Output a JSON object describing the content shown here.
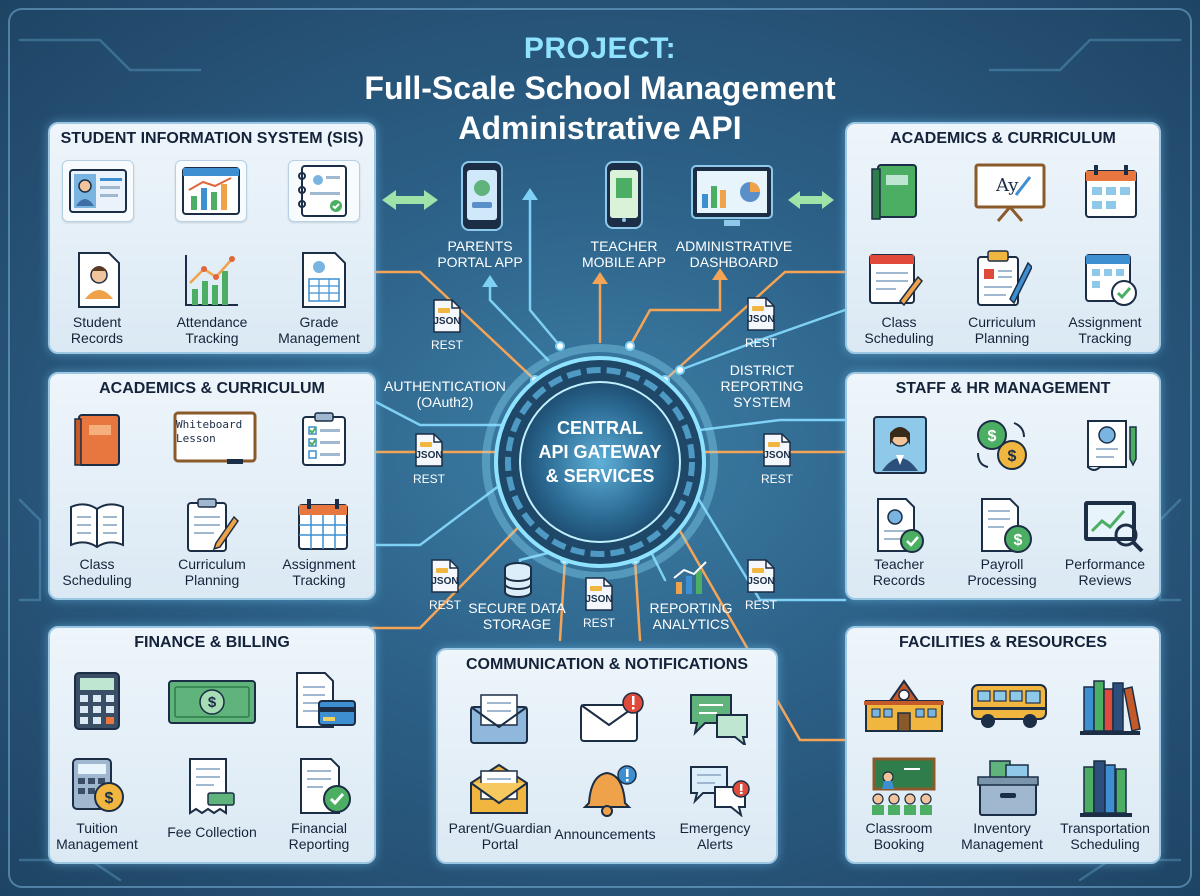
{
  "title": {
    "line1": "PROJECT:",
    "line2": "Full-Scale School Management",
    "line3": "Administrative API"
  },
  "hub": {
    "line1": "CENTRAL",
    "line2": "API GATEWAY",
    "line3": "& SERVICES"
  },
  "clients": {
    "parents": {
      "line1": "PARENTS",
      "line2": "PORTAL APP"
    },
    "teacher": {
      "line1": "TEACHER",
      "line2": "MOBILE APP"
    },
    "admin": {
      "line1": "ADMINISTRATIVE",
      "line2": "DASHBOARD"
    }
  },
  "flows": {
    "auth": {
      "line1": "AUTHENTICATION",
      "line2": "(OAuth2)"
    },
    "district": {
      "line1": "DISTRICT",
      "line2": "REPORTING",
      "line3": "SYSTEM"
    },
    "storage": {
      "line1": "SECURE DATA",
      "line2": "STORAGE"
    },
    "analytics": {
      "line1": "REPORTING",
      "line2": "ANALYTICS"
    }
  },
  "doc_label": "JSON",
  "rest_label": "REST",
  "panels": {
    "sis": {
      "title": "STUDENT INFORMATION SYSTEM (SIS)",
      "items": [
        {
          "l1": "Student",
          "l2": "Records"
        },
        {
          "l1": "Attendance",
          "l2": "Tracking"
        },
        {
          "l1": "Grade",
          "l2": "Management"
        }
      ]
    },
    "acad_left": {
      "title": "ACADEMICS & CURRICULUM",
      "items": [
        {
          "l1": "Class",
          "l2": "Scheduling"
        },
        {
          "l1": "Curriculum",
          "l2": "Planning"
        },
        {
          "l1": "Assignment",
          "l2": "Tracking"
        }
      ],
      "whiteboard": {
        "l1": "Whiteboard",
        "l2": "Lesson"
      }
    },
    "acad_right": {
      "title": "ACADEMICS & CURRICULUM",
      "items": [
        {
          "l1": "Class",
          "l2": "Scheduling"
        },
        {
          "l1": "Curriculum",
          "l2": "Planning"
        },
        {
          "l1": "Assignment",
          "l2": "Tracking"
        }
      ],
      "board_text": "Ay"
    },
    "staff": {
      "title": "STAFF & HR MANAGEMENT",
      "items": [
        {
          "l1": "Teacher",
          "l2": "Records"
        },
        {
          "l1": "Payroll",
          "l2": "Processing"
        },
        {
          "l1": "Performance",
          "l2": "Reviews"
        }
      ]
    },
    "finance": {
      "title": "FINANCE & BILLING",
      "items": [
        {
          "l1": "Tuition",
          "l2": "Management"
        },
        {
          "l1": "Fee Collection",
          "l2": ""
        },
        {
          "l1": "Financial",
          "l2": "Reporting"
        }
      ]
    },
    "comm": {
      "title": "COMMUNICATION & NOTIFICATIONS",
      "items": [
        {
          "l1": "Parent/Guardian",
          "l2": "Portal"
        },
        {
          "l1": "Announcements",
          "l2": ""
        },
        {
          "l1": "Emergency",
          "l2": "Alerts"
        }
      ]
    },
    "facilities": {
      "title": "FACILITIES & RESOURCES",
      "items": [
        {
          "l1": "Classroom",
          "l2": "Booking"
        },
        {
          "l1": "Inventory",
          "l2": "Management"
        },
        {
          "l1": "Transportation",
          "l2": "Scheduling"
        }
      ]
    }
  },
  "colors": {
    "accent_cyan": "#8fe3ff",
    "wire_orange": "#f5a455",
    "wire_blue": "#7fd0f5",
    "panel_bg": "#e4eff8",
    "green": "#2fa66a"
  }
}
